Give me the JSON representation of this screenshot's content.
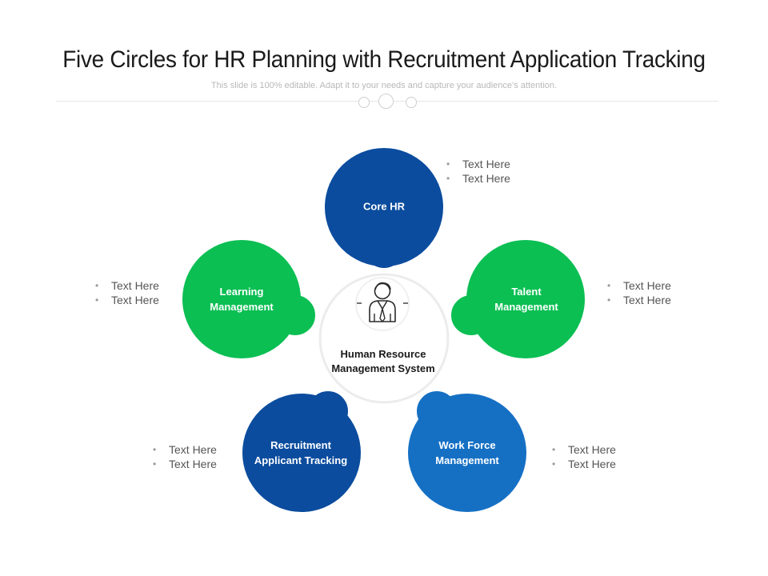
{
  "header": {
    "title": "Five Circles for HR Planning with Recruitment Application Tracking",
    "subtitle": "This slide is 100% editable. Adapt it to your needs and capture your audience’s attention."
  },
  "center": {
    "line1": "Human Resource",
    "line2": "Management System",
    "icon": "business-person-icon"
  },
  "nodes": [
    {
      "id": "core-hr",
      "line1": "Core HR",
      "line2": "",
      "color": "#0b4c9e",
      "bullets": [
        "Text Here",
        "Text Here"
      ]
    },
    {
      "id": "talent-management",
      "line1": "Talent",
      "line2": "Management",
      "color": "#0bbf53",
      "bullets": [
        "Text Here",
        "Text Here"
      ]
    },
    {
      "id": "work-force-management",
      "line1": "Work Force",
      "line2": "Management",
      "color": "#1570c4",
      "bullets": [
        "Text Here",
        "Text Here"
      ]
    },
    {
      "id": "recruitment-applicant-tracking",
      "line1": "Recruitment",
      "line2": "Applicant Tracking",
      "color": "#0b4c9e",
      "bullets": [
        "Text Here",
        "Text Here"
      ]
    },
    {
      "id": "learning-management",
      "line1": "Learning",
      "line2": "Management",
      "color": "#0bbf53",
      "bullets": [
        "Text Here",
        "Text Here"
      ]
    }
  ]
}
